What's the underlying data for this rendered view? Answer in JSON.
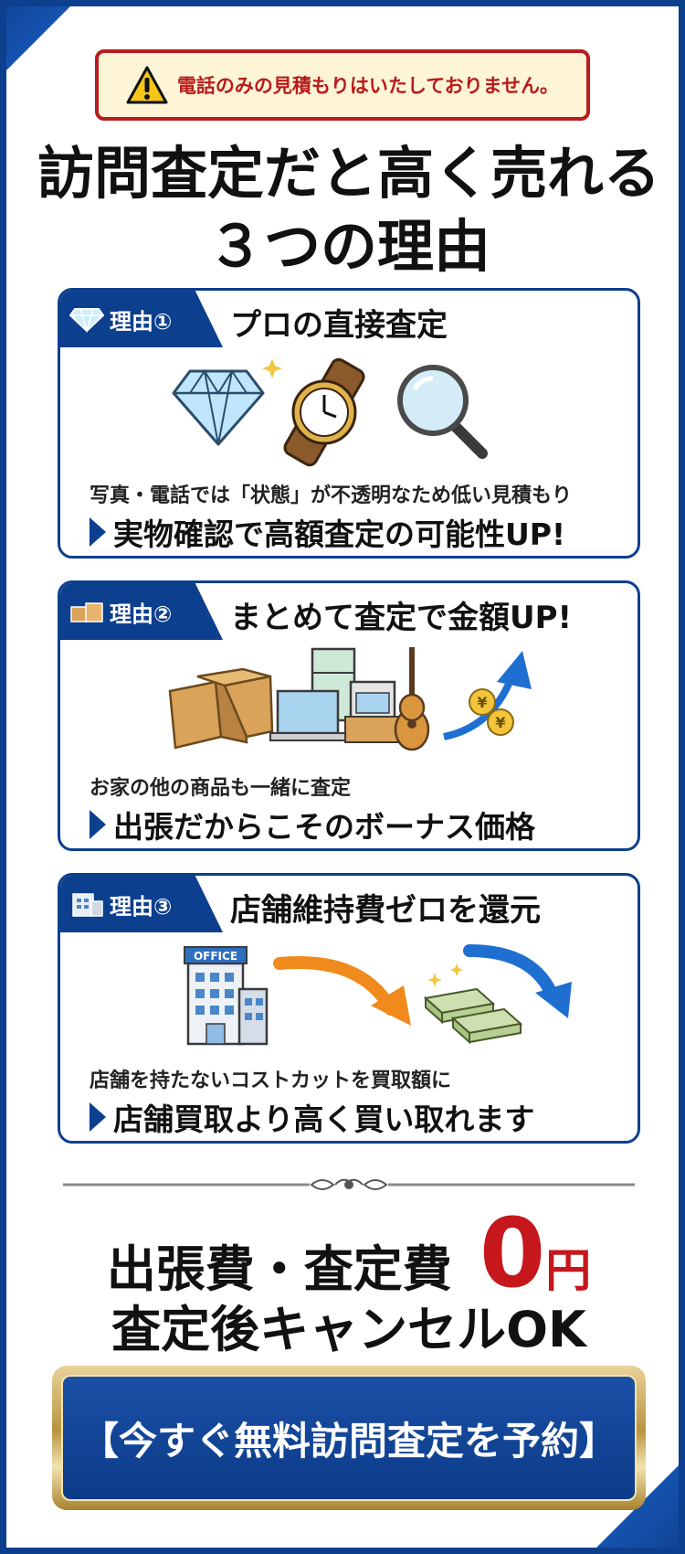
{
  "warning": {
    "text": "電話のみの見積もりはいたしておりません。"
  },
  "headline": {
    "line1": "訪問査定だと高く売れる",
    "line2": "３つの理由"
  },
  "reasons": [
    {
      "tab": "理由①",
      "tab_icon": "diamond-icon",
      "title": "プロの直接査定",
      "sub": "写真・電話では「状態」が不透明なため低い見積もり",
      "main": "実物確認で高額査定の可能性UP!"
    },
    {
      "tab": "理由②",
      "tab_icon": "box-icon",
      "title": "まとめて査定で金額UP!",
      "sub": "お家の他の商品も一緒に査定",
      "main": "出張だからこそのボーナス価格"
    },
    {
      "tab": "理由③",
      "tab_icon": "office-building-icon",
      "title": "店舗維持費ゼロを還元",
      "sub": "店舗を持たないコストカットを買取額に",
      "main": "店舗買取より高く買い取れます",
      "office_sign": "OFFICE"
    }
  ],
  "fees": {
    "label": "出張費・査定費",
    "amount": "0",
    "unit": "円"
  },
  "cancel": {
    "text": "査定後キャンセルOK"
  },
  "cta": {
    "label": "【今すぐ無料訪問査定を予約】"
  },
  "colors": {
    "navy": "#0d3f8f",
    "red": "#b81c1c",
    "gold": "#d7b25a",
    "cream": "#fdf5d6"
  }
}
